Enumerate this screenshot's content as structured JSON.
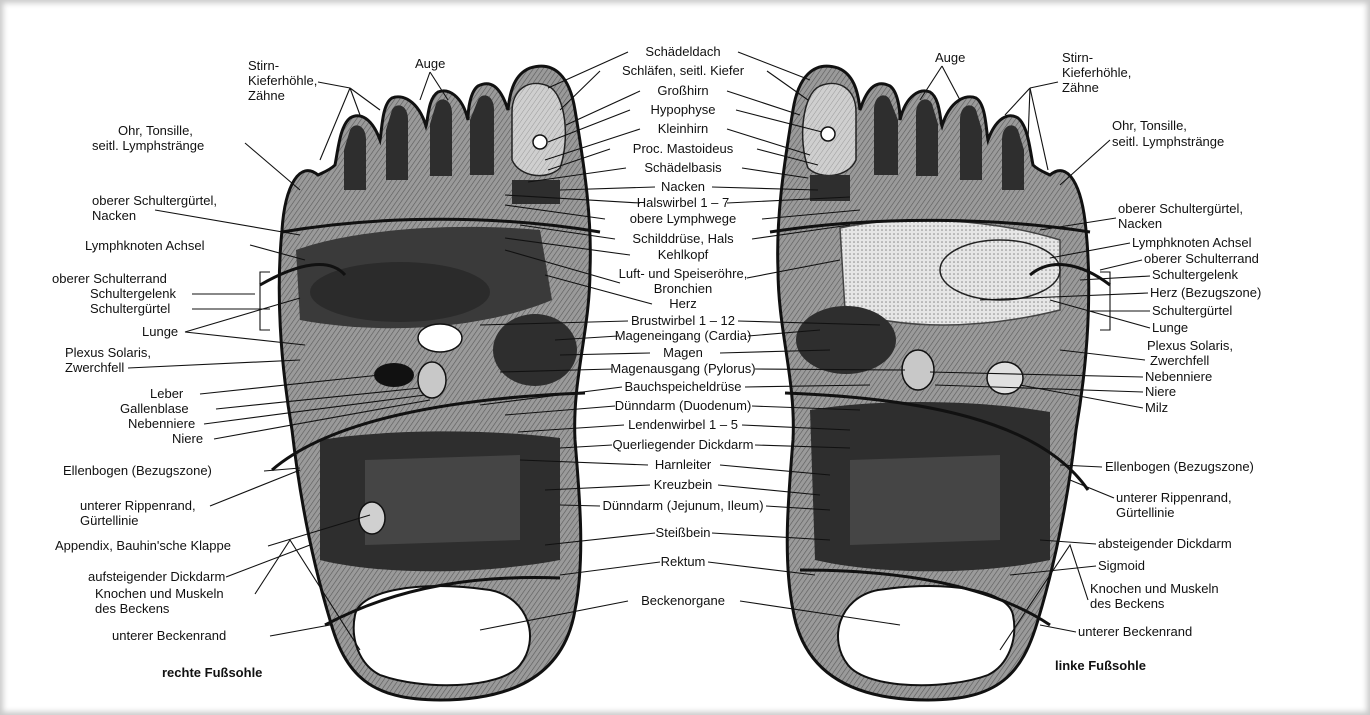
{
  "colors": {
    "dark": "#2e2e2e",
    "mid": "#777777",
    "light": "#b9b9b9",
    "pale": "#dedede",
    "white": "#ffffff",
    "line": "#111111"
  },
  "captions": {
    "right": "rechte Fußsohle",
    "left": "linke Fußsohle"
  },
  "center_labels": [
    {
      "id": "schaedeldach",
      "text": "Schädeldach"
    },
    {
      "id": "schlaefen",
      "text": "Schläfen, seitl. Kiefer"
    },
    {
      "id": "grosshirn",
      "text": "Großhirn"
    },
    {
      "id": "hypophyse",
      "text": "Hypophyse"
    },
    {
      "id": "kleinhirn",
      "text": "Kleinhirn"
    },
    {
      "id": "mastoideus",
      "text": "Proc. Mastoideus"
    },
    {
      "id": "schaedelbasis",
      "text": "Schädelbasis"
    },
    {
      "id": "nacken",
      "text": "Nacken"
    },
    {
      "id": "halswirbel",
      "text": "Halswirbel 1 – 7"
    },
    {
      "id": "lymphwege",
      "text": "obere Lymphwege"
    },
    {
      "id": "schilddruese",
      "text": "Schilddrüse, Hals"
    },
    {
      "id": "kehlkopf",
      "text": "Kehlkopf"
    },
    {
      "id": "luftroehre",
      "text": "Luft- und Speiseröhre,"
    },
    {
      "id": "bronchien",
      "text": "Bronchien"
    },
    {
      "id": "herz",
      "text": "Herz"
    },
    {
      "id": "brustwirbel",
      "text": "Brustwirbel 1 – 12"
    },
    {
      "id": "mageneingang",
      "text": "Mageneingang (Cardia)"
    },
    {
      "id": "magen",
      "text": "Magen"
    },
    {
      "id": "magenausgang",
      "text": "Magenausgang (Pylorus)"
    },
    {
      "id": "bauchspeichel",
      "text": "Bauchspeicheldrüse"
    },
    {
      "id": "duodenum",
      "text": "Dünndarm (Duodenum)"
    },
    {
      "id": "lendenwirbel",
      "text": "Lendenwirbel 1 – 5"
    },
    {
      "id": "querdickdarm",
      "text": "Querliegender Dickdarm"
    },
    {
      "id": "harnleiter",
      "text": "Harnleiter"
    },
    {
      "id": "kreuzbein",
      "text": "Kreuzbein"
    },
    {
      "id": "jejunum",
      "text": "Dünndarm (Jejunum, Ileum)"
    },
    {
      "id": "steissbein",
      "text": "Steißbein"
    },
    {
      "id": "rektum",
      "text": "Rektum"
    },
    {
      "id": "beckenorgane",
      "text": "Beckenorgane"
    }
  ],
  "left_labels": [
    {
      "id": "stirn",
      "text": "Stirn-"
    },
    {
      "id": "kieferhoehle",
      "text": "Kieferhöhle,"
    },
    {
      "id": "zaehne",
      "text": "Zähne"
    },
    {
      "id": "auge",
      "text": "Auge"
    },
    {
      "id": "ohr",
      "text": "Ohr, Tonsille,"
    },
    {
      "id": "lymphstraenge",
      "text": "seitl. Lymphstränge"
    },
    {
      "id": "obschulter",
      "text": "oberer Schultergürtel,"
    },
    {
      "id": "nacken2",
      "text": "Nacken"
    },
    {
      "id": "achsel",
      "text": "Lymphknoten Achsel"
    },
    {
      "id": "schulterrand",
      "text": "oberer Schulterrand"
    },
    {
      "id": "schultergelenk",
      "text": "Schultergelenk"
    },
    {
      "id": "schulterguertel",
      "text": "Schultergürtel"
    },
    {
      "id": "lunge",
      "text": "Lunge"
    },
    {
      "id": "plexus",
      "text": "Plexus Solaris,"
    },
    {
      "id": "zwerchfell",
      "text": "Zwerchfell"
    },
    {
      "id": "leber",
      "text": "Leber"
    },
    {
      "id": "galle",
      "text": "Gallenblase"
    },
    {
      "id": "nebenniere",
      "text": "Nebenniere"
    },
    {
      "id": "niere",
      "text": "Niere"
    },
    {
      "id": "ellenbogen",
      "text": "Ellenbogen (Bezugszone)"
    },
    {
      "id": "rippenrand",
      "text": "unterer Rippenrand,"
    },
    {
      "id": "guertellinie",
      "text": "Gürtellinie"
    },
    {
      "id": "appendix",
      "text": "Appendix, Bauhin'sche Klappe"
    },
    {
      "id": "aufsteigend",
      "text": "aufsteigender Dickdarm"
    },
    {
      "id": "knochen",
      "text": "Knochen und Muskeln"
    },
    {
      "id": "beckens",
      "text": "des Beckens"
    },
    {
      "id": "beckenrand",
      "text": "unterer Beckenrand"
    }
  ],
  "right_labels": [
    {
      "id": "auge",
      "text": "Auge"
    },
    {
      "id": "stirn",
      "text": "Stirn-"
    },
    {
      "id": "kieferhoehle",
      "text": "Kieferhöhle,"
    },
    {
      "id": "zaehne",
      "text": "Zähne"
    },
    {
      "id": "ohr",
      "text": "Ohr, Tonsille,"
    },
    {
      "id": "lymphstraenge",
      "text": "seitl. Lymphstränge"
    },
    {
      "id": "obschulter",
      "text": "oberer Schultergürtel,"
    },
    {
      "id": "nacken2",
      "text": "Nacken"
    },
    {
      "id": "achsel",
      "text": "Lymphknoten Achsel"
    },
    {
      "id": "schulterrand",
      "text": "oberer Schulterrand"
    },
    {
      "id": "schultergelenk",
      "text": "Schultergelenk"
    },
    {
      "id": "herzbezug",
      "text": "Herz (Bezugszone)"
    },
    {
      "id": "schulterguertel",
      "text": "Schultergürtel"
    },
    {
      "id": "lunge",
      "text": "Lunge"
    },
    {
      "id": "plexus",
      "text": "Plexus Solaris,"
    },
    {
      "id": "zwerchfell",
      "text": "Zwerchfell"
    },
    {
      "id": "nebenniere",
      "text": "Nebenniere"
    },
    {
      "id": "niere",
      "text": "Niere"
    },
    {
      "id": "milz",
      "text": "Milz"
    },
    {
      "id": "ellenbogen",
      "text": "Ellenbogen (Bezugszone)"
    },
    {
      "id": "rippenrand",
      "text": "unterer Rippenrand,"
    },
    {
      "id": "guertellinie",
      "text": "Gürtellinie"
    },
    {
      "id": "absteigend",
      "text": "absteigender Dickdarm"
    },
    {
      "id": "sigmoid",
      "text": "Sigmoid"
    },
    {
      "id": "knochen",
      "text": "Knochen und Muskeln"
    },
    {
      "id": "beckens",
      "text": "des Beckens"
    },
    {
      "id": "beckenrand",
      "text": "unterer Beckenrand"
    }
  ]
}
